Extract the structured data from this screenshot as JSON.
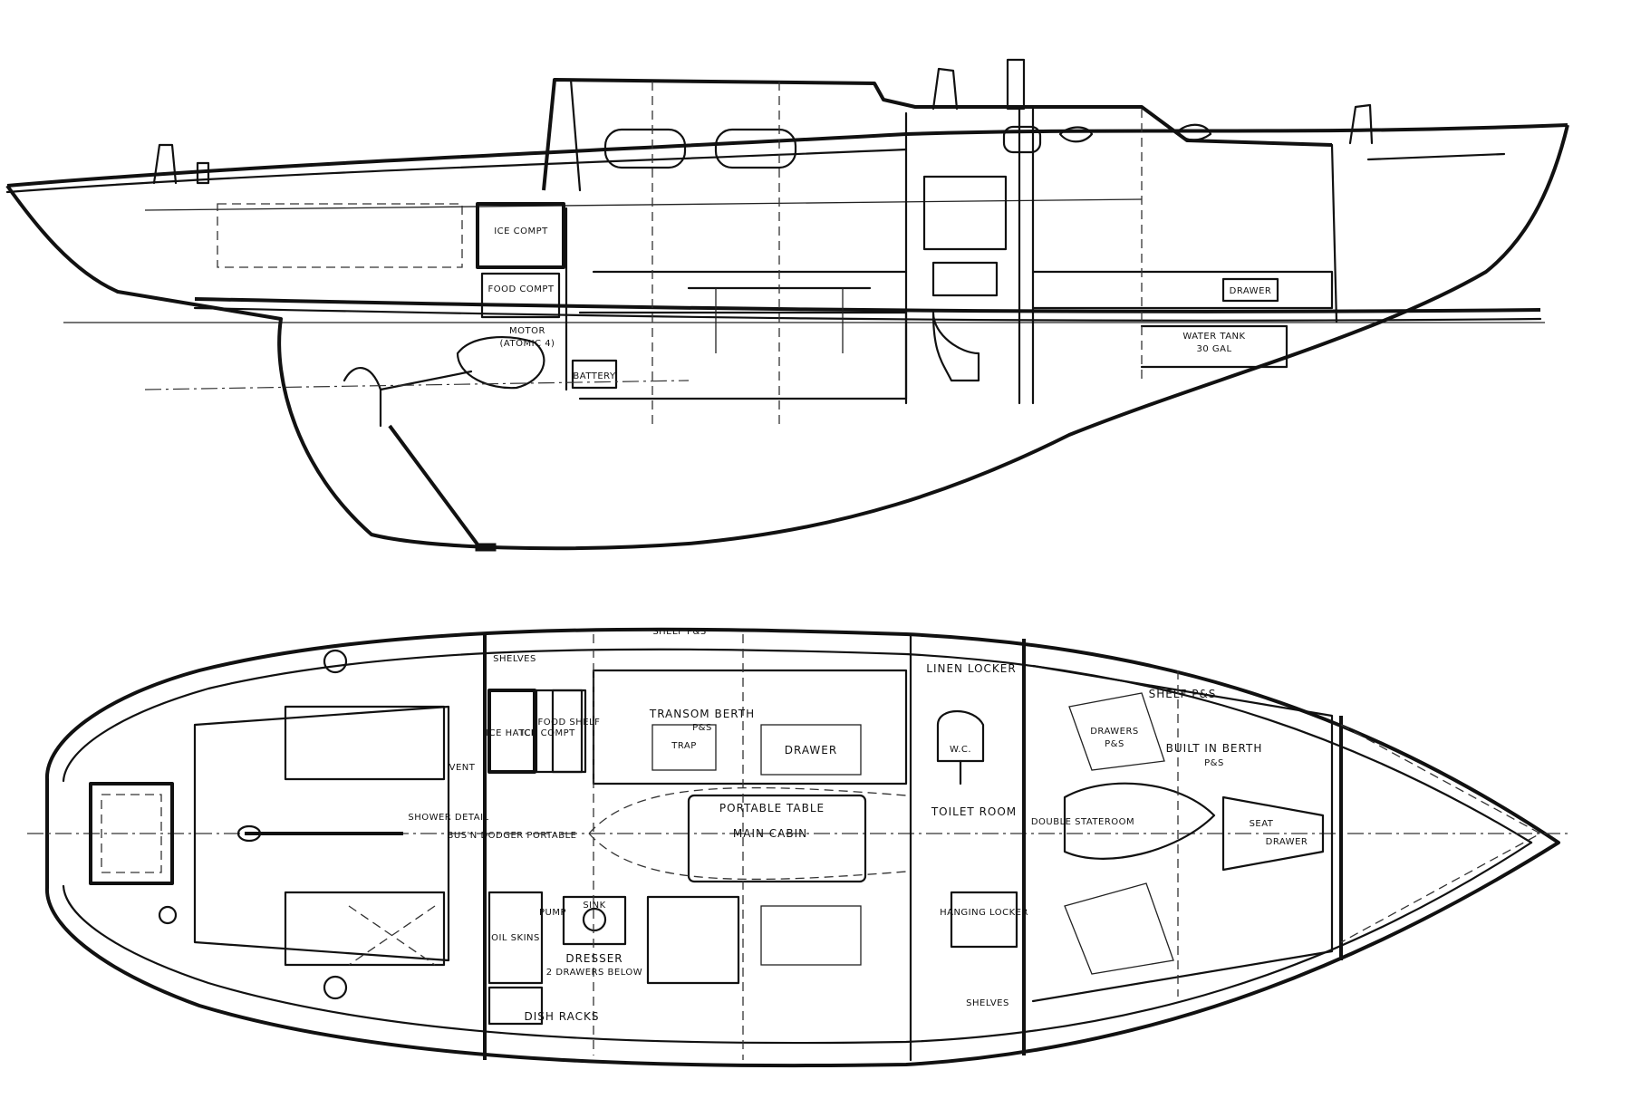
{
  "profile": {
    "labels": {
      "ice_compt": "ICE COMPT",
      "food_compt": "FOOD COMPT",
      "motor": "MOTOR",
      "motor_model": "(ATOMIC 4)",
      "water_tank": "WATER TANK",
      "water_tank_capacity": "30 GAL",
      "battery": "BATTERY",
      "drawer": "DRAWER"
    }
  },
  "plan": {
    "labels": {
      "shelves_aft": "SHELVES",
      "shelf_port": "SHELF P&S",
      "shelf_fwd": "SHELF P&S",
      "linen_locker": "LINEN LOCKER",
      "ice_hatch": "ICE HATCH",
      "ice_compt": "ICE COMPT",
      "food_shelf": "FOOD SHELF",
      "transom_berth": "TRANSOM BERTH",
      "transom_berth_ps": "P&S",
      "trap": "TRAP",
      "drawer": "DRAWER",
      "portable_table": "PORTABLE TABLE",
      "main_cabin": "MAIN CABIN",
      "toilet_room": "TOILET ROOM",
      "drawers": "DRAWERS",
      "drawers_ps": "P&S",
      "built_in_berth": "BUILT IN BERTH",
      "built_in_berth_ps": "P&S",
      "double_stateroom": "DOUBLE STATEROOM",
      "seat": "SEAT",
      "drawer_fwd": "DRAWER",
      "bus_dodger": "BUS'N DODGER PORTABLE",
      "oil_skins": "OIL SKINS",
      "pump": "PUMP",
      "sink": "SINK",
      "dresser": "DRESSER",
      "dresser_note": "2 DRAWERS BELOW",
      "dish_racks": "DISH RACKS",
      "hanging_locker": "HANGING LOCKER",
      "shelves_fwd": "SHELVES",
      "vent": "VENT",
      "vent_detail": "SHOWER DETAIL",
      "wc": "W.C."
    }
  }
}
